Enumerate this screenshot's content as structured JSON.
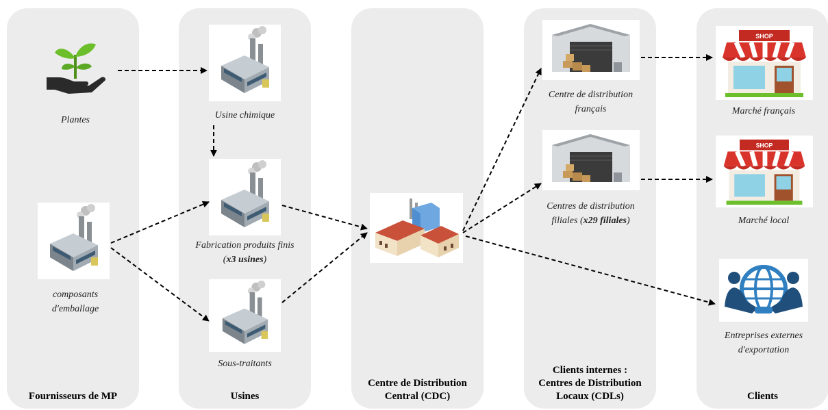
{
  "columns": {
    "fournisseurs": "Fournisseurs de MP",
    "usines": "Usines",
    "cdc": "Centre de Distribution Central (CDC)",
    "cdl": "Clients internes : Centres de Distribution Locaux (CDLs)",
    "clients": "Clients"
  },
  "nodes": {
    "plantes": "Plantes",
    "composants": "composants d'emballage",
    "usine_chimique": "Usine chimique",
    "fabrication_text": "Fabrication produits finis (",
    "fabrication_bold": "x3 usines",
    "fabrication_close": ")",
    "sous_traitants": "Sous-traitants",
    "cd_francais": "Centre de distribution français",
    "cd_filiales_text": "Centres de distribution filiales (",
    "cd_filiales_bold": "x29 filiales",
    "cd_filiales_close": ")",
    "marche_francais": "Marché français",
    "marche_local": "Marché local",
    "entreprises_externes": "Entreprises externes d'exportation"
  },
  "shop_sign": "SHOP",
  "icons": {
    "plant": "plant-in-hand-icon",
    "factory": "factory-icon",
    "central": "central-distribution-building-icon",
    "warehouse": "warehouse-icon",
    "shop": "shop-icon",
    "partnership": "globe-partnership-icon"
  },
  "colors": {
    "column_bg": "#ececec",
    "leaf_green": "#6cbf2a",
    "awning_red": "#d9342b",
    "globe_blue": "#2f7fc1"
  }
}
